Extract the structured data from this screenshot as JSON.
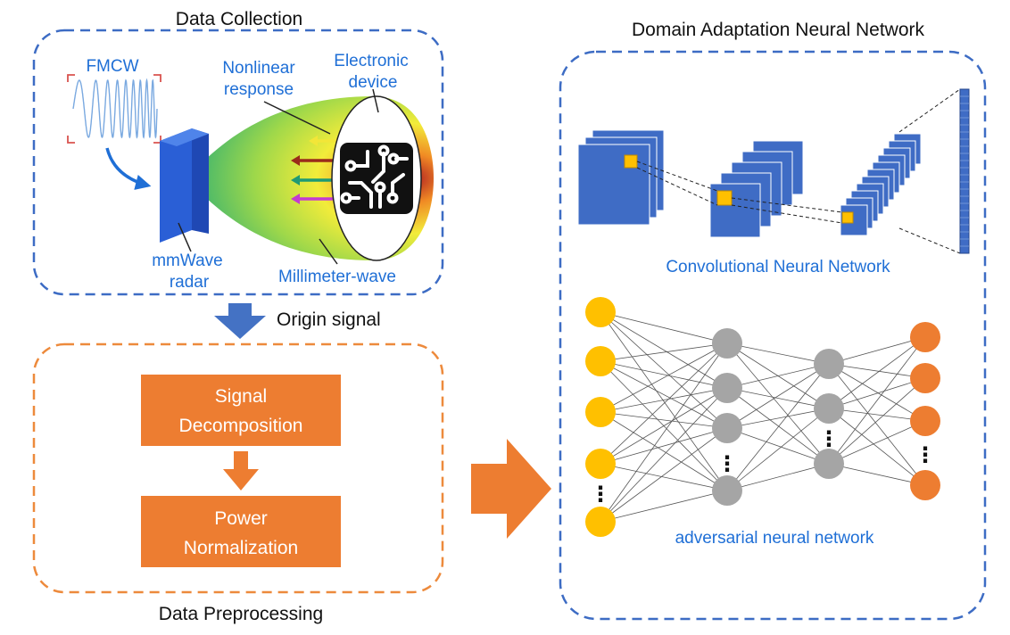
{
  "data_collection": {
    "title": "Data Collection",
    "fmcw": "FMCW",
    "nonlinear_1": "Nonlinear",
    "nonlinear_2": "response",
    "electronic_1": "Electronic",
    "electronic_2": "device",
    "mmwave_1": "mmWave",
    "mmwave_2": "radar",
    "millimeter": "Millimeter-wave"
  },
  "origin_signal": "Origin signal",
  "preprocessing": {
    "title": "Data Preprocessing",
    "step1_line1": "Signal",
    "step1_line2": "Decomposition",
    "step2_line1": "Power",
    "step2_line2": "Normalization"
  },
  "domain_adaptation": {
    "title": "Domain Adaptation Neural Network",
    "cnn_label": "Convolutional Neural Network",
    "adv_label": "adversarial neural network",
    "ellipsis": "⋮"
  },
  "colors": {
    "blue_dash": "#3d6cc4",
    "orange_dash": "#ed8a3c",
    "label_blue": "#1f6fd6",
    "orange_box": "#ed7d31",
    "arrow_blue": "#4472c4",
    "cnn_blue": "#3f6cc5",
    "node_yellow": "#ffc000",
    "node_gray": "#a5a5a5",
    "node_orange": "#ed7d31"
  }
}
